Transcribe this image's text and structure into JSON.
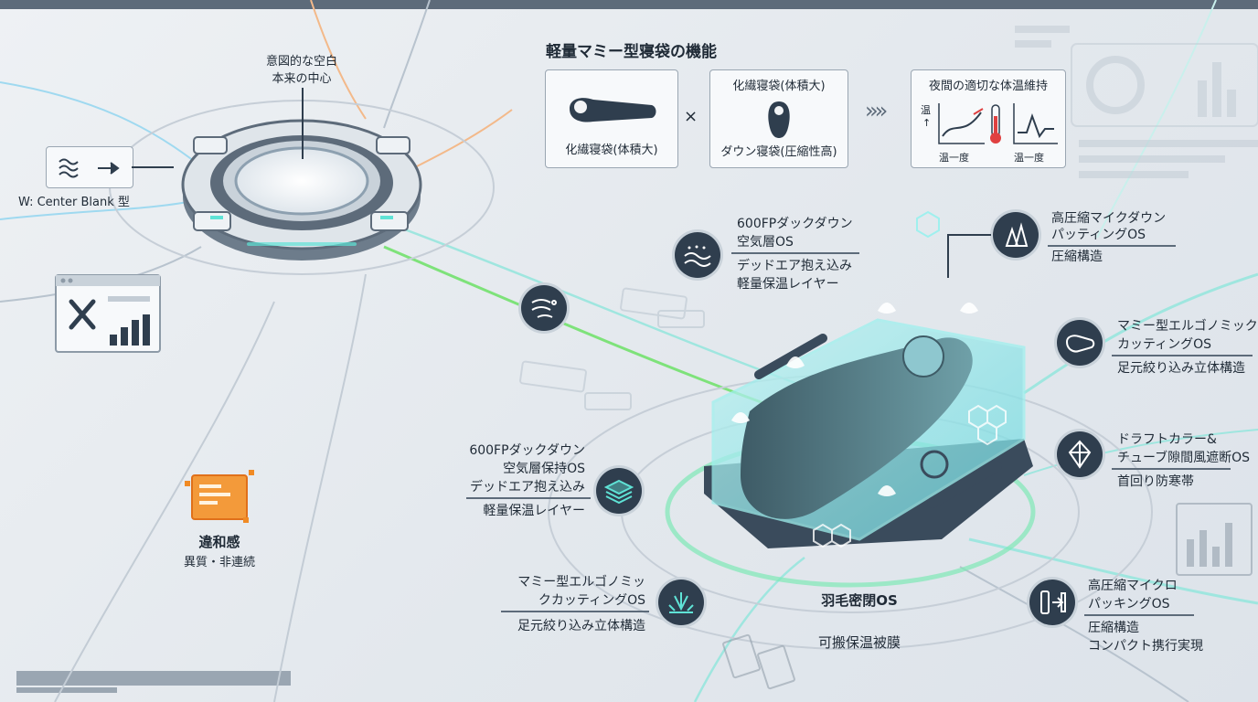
{
  "header": {
    "title": "軽量マミー型寝袋の機能"
  },
  "left": {
    "blank_label": "意図的な空白\n本来の中心",
    "center_blank_type": "W: Center Blank 型",
    "dissonance_title": "違和感",
    "dissonance_sub": "異質・非連続"
  },
  "top_panels": {
    "panel1_caption": "化繊寝袋(体積大)",
    "times": "×",
    "panel2_title": "化繊寝袋(体積大)",
    "panel2_caption": "ダウン寝袋(圧縮性高)",
    "arrows": "»»",
    "panel3_title": "夜間の適切な体温維持",
    "axis_left": "温",
    "axis_up": "↑",
    "graph1_x": "温一度",
    "graph2_x": "温一度"
  },
  "callouts": {
    "top_mid": {
      "line1": "600FPダックダウン",
      "line2": "空気層OS",
      "line3": "デッドエア抱え込み",
      "line4": "軽量保温レイヤー"
    },
    "top_right": {
      "line1": "高圧縮マイクダウン",
      "line2": "パッティングOS",
      "line3": "圧縮構造"
    },
    "right_mummy": {
      "line1": "マミー型エルゴノミック",
      "line2": "カッティングOS",
      "line3": "足元絞り込み立体構造"
    },
    "right_draft": {
      "line1": "ドラフトカラー&",
      "line2": "チューブ隙間風遮断OS",
      "line3": "首回り防寒帯"
    },
    "right_bottom": {
      "line1": "高圧縮マイクロ",
      "line2": "パッキングOS",
      "line3": "圧縮構造",
      "line4": "コンパクト携行実現"
    },
    "left_mid": {
      "line1": "600FPダックダウン",
      "line2": "空気層保持OS",
      "line3": "デッドエア抱え込み",
      "line4": "軽量保温レイヤー"
    },
    "left_bottom": {
      "line1": "マミー型エルゴノミッ",
      "line2": "クカッティングOS",
      "line3": "足元絞り込み立体構造"
    }
  },
  "center": {
    "label1": "羽毛密閉OS",
    "label2": "可搬保温被膜"
  },
  "colors": {
    "accent": "#5fe3d6",
    "dark": "#2f3e4e",
    "orange": "#f08a24",
    "green": "#7ee27a"
  }
}
